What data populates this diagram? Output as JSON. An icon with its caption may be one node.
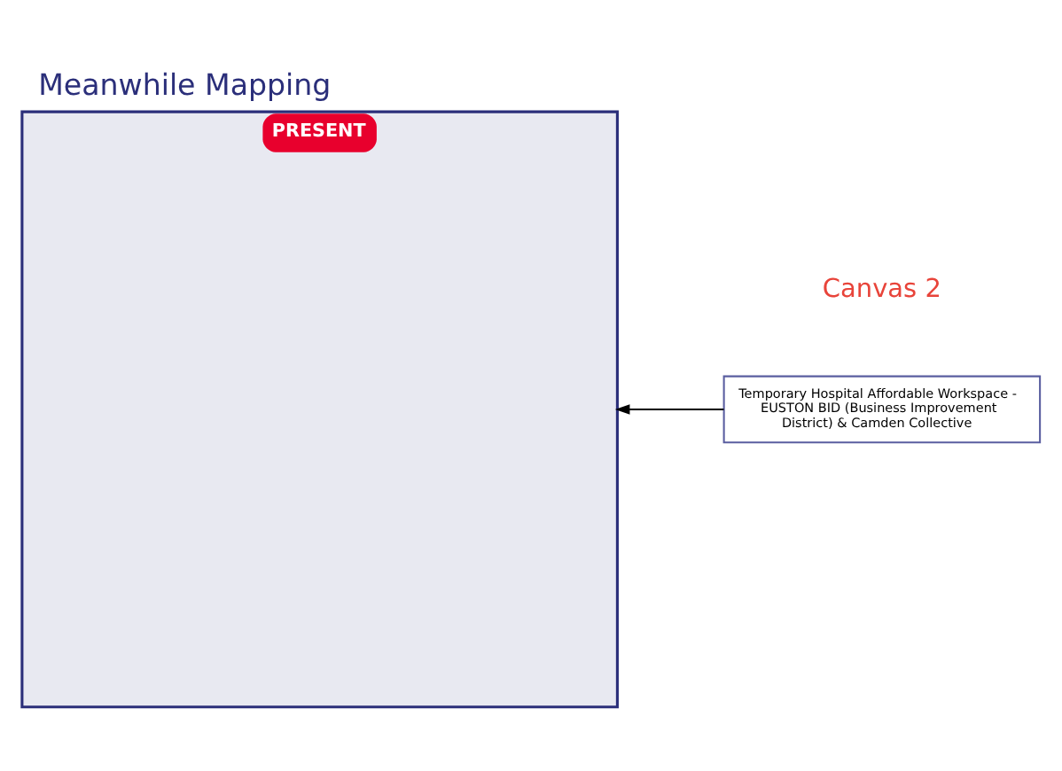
{
  "diagram": {
    "title": "Meanwhile Mapping",
    "nodes": [
      {
        "text": [
          "PRESENT"
        ]
      },
      {
        "text": [
          "Temporary Hospital Affordable Workspace - EUSTON BID (Business Improvement District) & Camden Collective"
        ]
      }
    ],
    "edges": [
      {
        "from": 1,
        "to": 0,
        "arrow": "to"
      }
    ],
    "labels": [
      "Canvas 2"
    ]
  }
}
